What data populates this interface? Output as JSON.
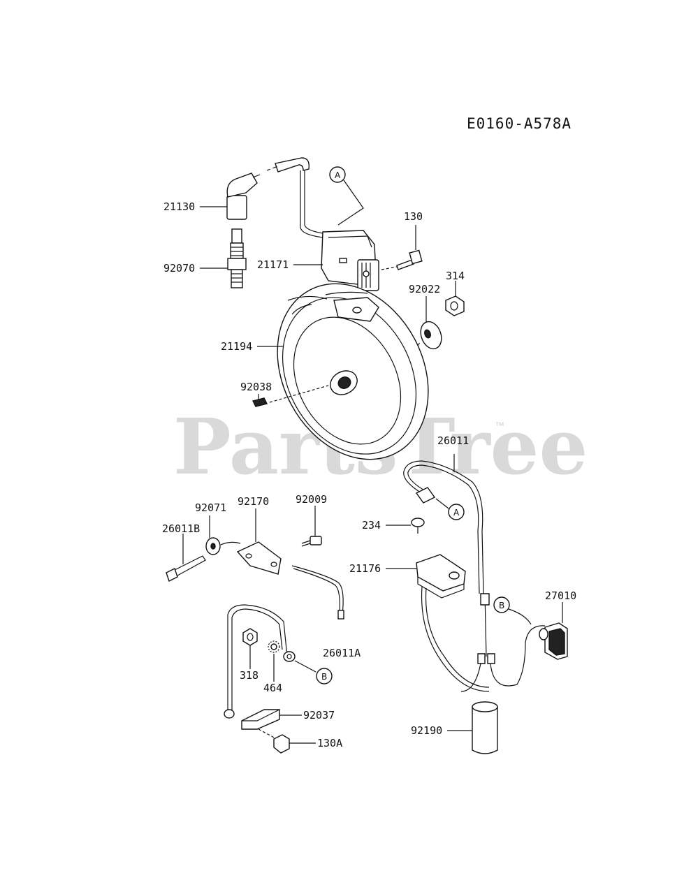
{
  "diagram": {
    "code": "E0160-A578A",
    "watermark": "PartsTree",
    "trademark": "™",
    "refs": {
      "a": "A",
      "b": "B"
    },
    "parts": {
      "p21130": "21130",
      "p92070": "92070",
      "p21171": "21171",
      "p130": "130",
      "p92022": "92022",
      "p314": "314",
      "p21194": "21194",
      "p92038": "92038",
      "p26011": "26011",
      "p92071": "92071",
      "p92170": "92170",
      "p92009": "92009",
      "p26011B": "26011B",
      "p234": "234",
      "p21176": "21176",
      "p27010": "27010",
      "p26011A": "26011A",
      "p318": "318",
      "p464": "464",
      "p92037": "92037",
      "p92190": "92190",
      "p130A": "130A"
    }
  }
}
